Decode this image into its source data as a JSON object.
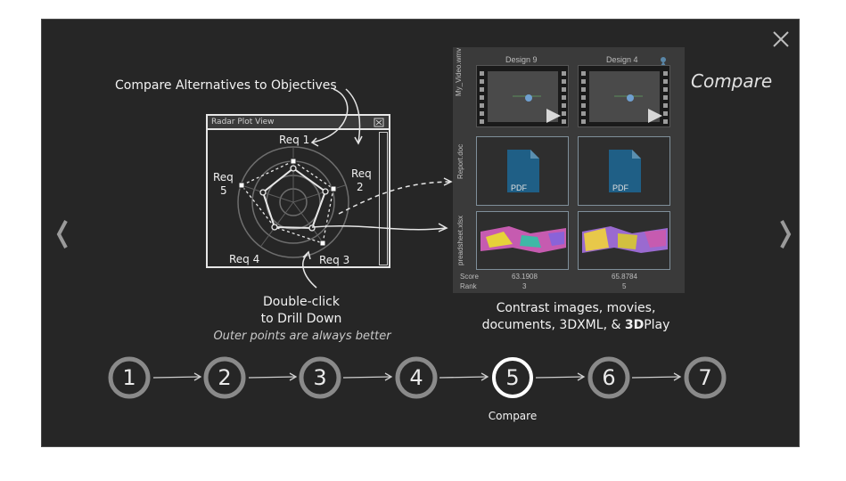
{
  "heading": "Compare",
  "annotations": {
    "compare_objectives": "Compare Alternatives to Objectives",
    "drill_line1": "Double-click",
    "drill_line2": "to Drill Down",
    "outer_points": "Outer points are always better",
    "contrast_line1": "Contrast images, movies,",
    "contrast_line2_pre": "documents, 3DXML, & ",
    "contrast_3d": "3D",
    "contrast_play": "Play"
  },
  "radar": {
    "window_title": "Radar Plot View",
    "req1": "Req 1",
    "req2a": "Req",
    "req2b": "2",
    "req3": "Req 3",
    "req4": "Req 4",
    "req5a": "Req",
    "req5b": "5"
  },
  "compare_panel": {
    "design_a": "Design 9",
    "design_b": "Design 4",
    "row1_label": "My_Video.wmv",
    "row2_label": "Report.doc",
    "row3_label": "preadsheet.xlsx",
    "pdf_label": "PDF",
    "score_label": "Score",
    "rank_label": "Rank",
    "score_a": "63.1908",
    "score_b": "65.8784",
    "rank_a": "3",
    "rank_b": "5"
  },
  "steps": [
    {
      "number": "1",
      "label": ""
    },
    {
      "number": "2",
      "label": ""
    },
    {
      "number": "3",
      "label": ""
    },
    {
      "number": "4",
      "label": ""
    },
    {
      "number": "5",
      "label": "Compare"
    },
    {
      "number": "6",
      "label": ""
    },
    {
      "number": "7",
      "label": ""
    }
  ],
  "active_step": 5,
  "colors": {
    "dialog_bg": "#262626",
    "text": "#f2f2f2",
    "accent_pdf": "#1f5f86"
  }
}
